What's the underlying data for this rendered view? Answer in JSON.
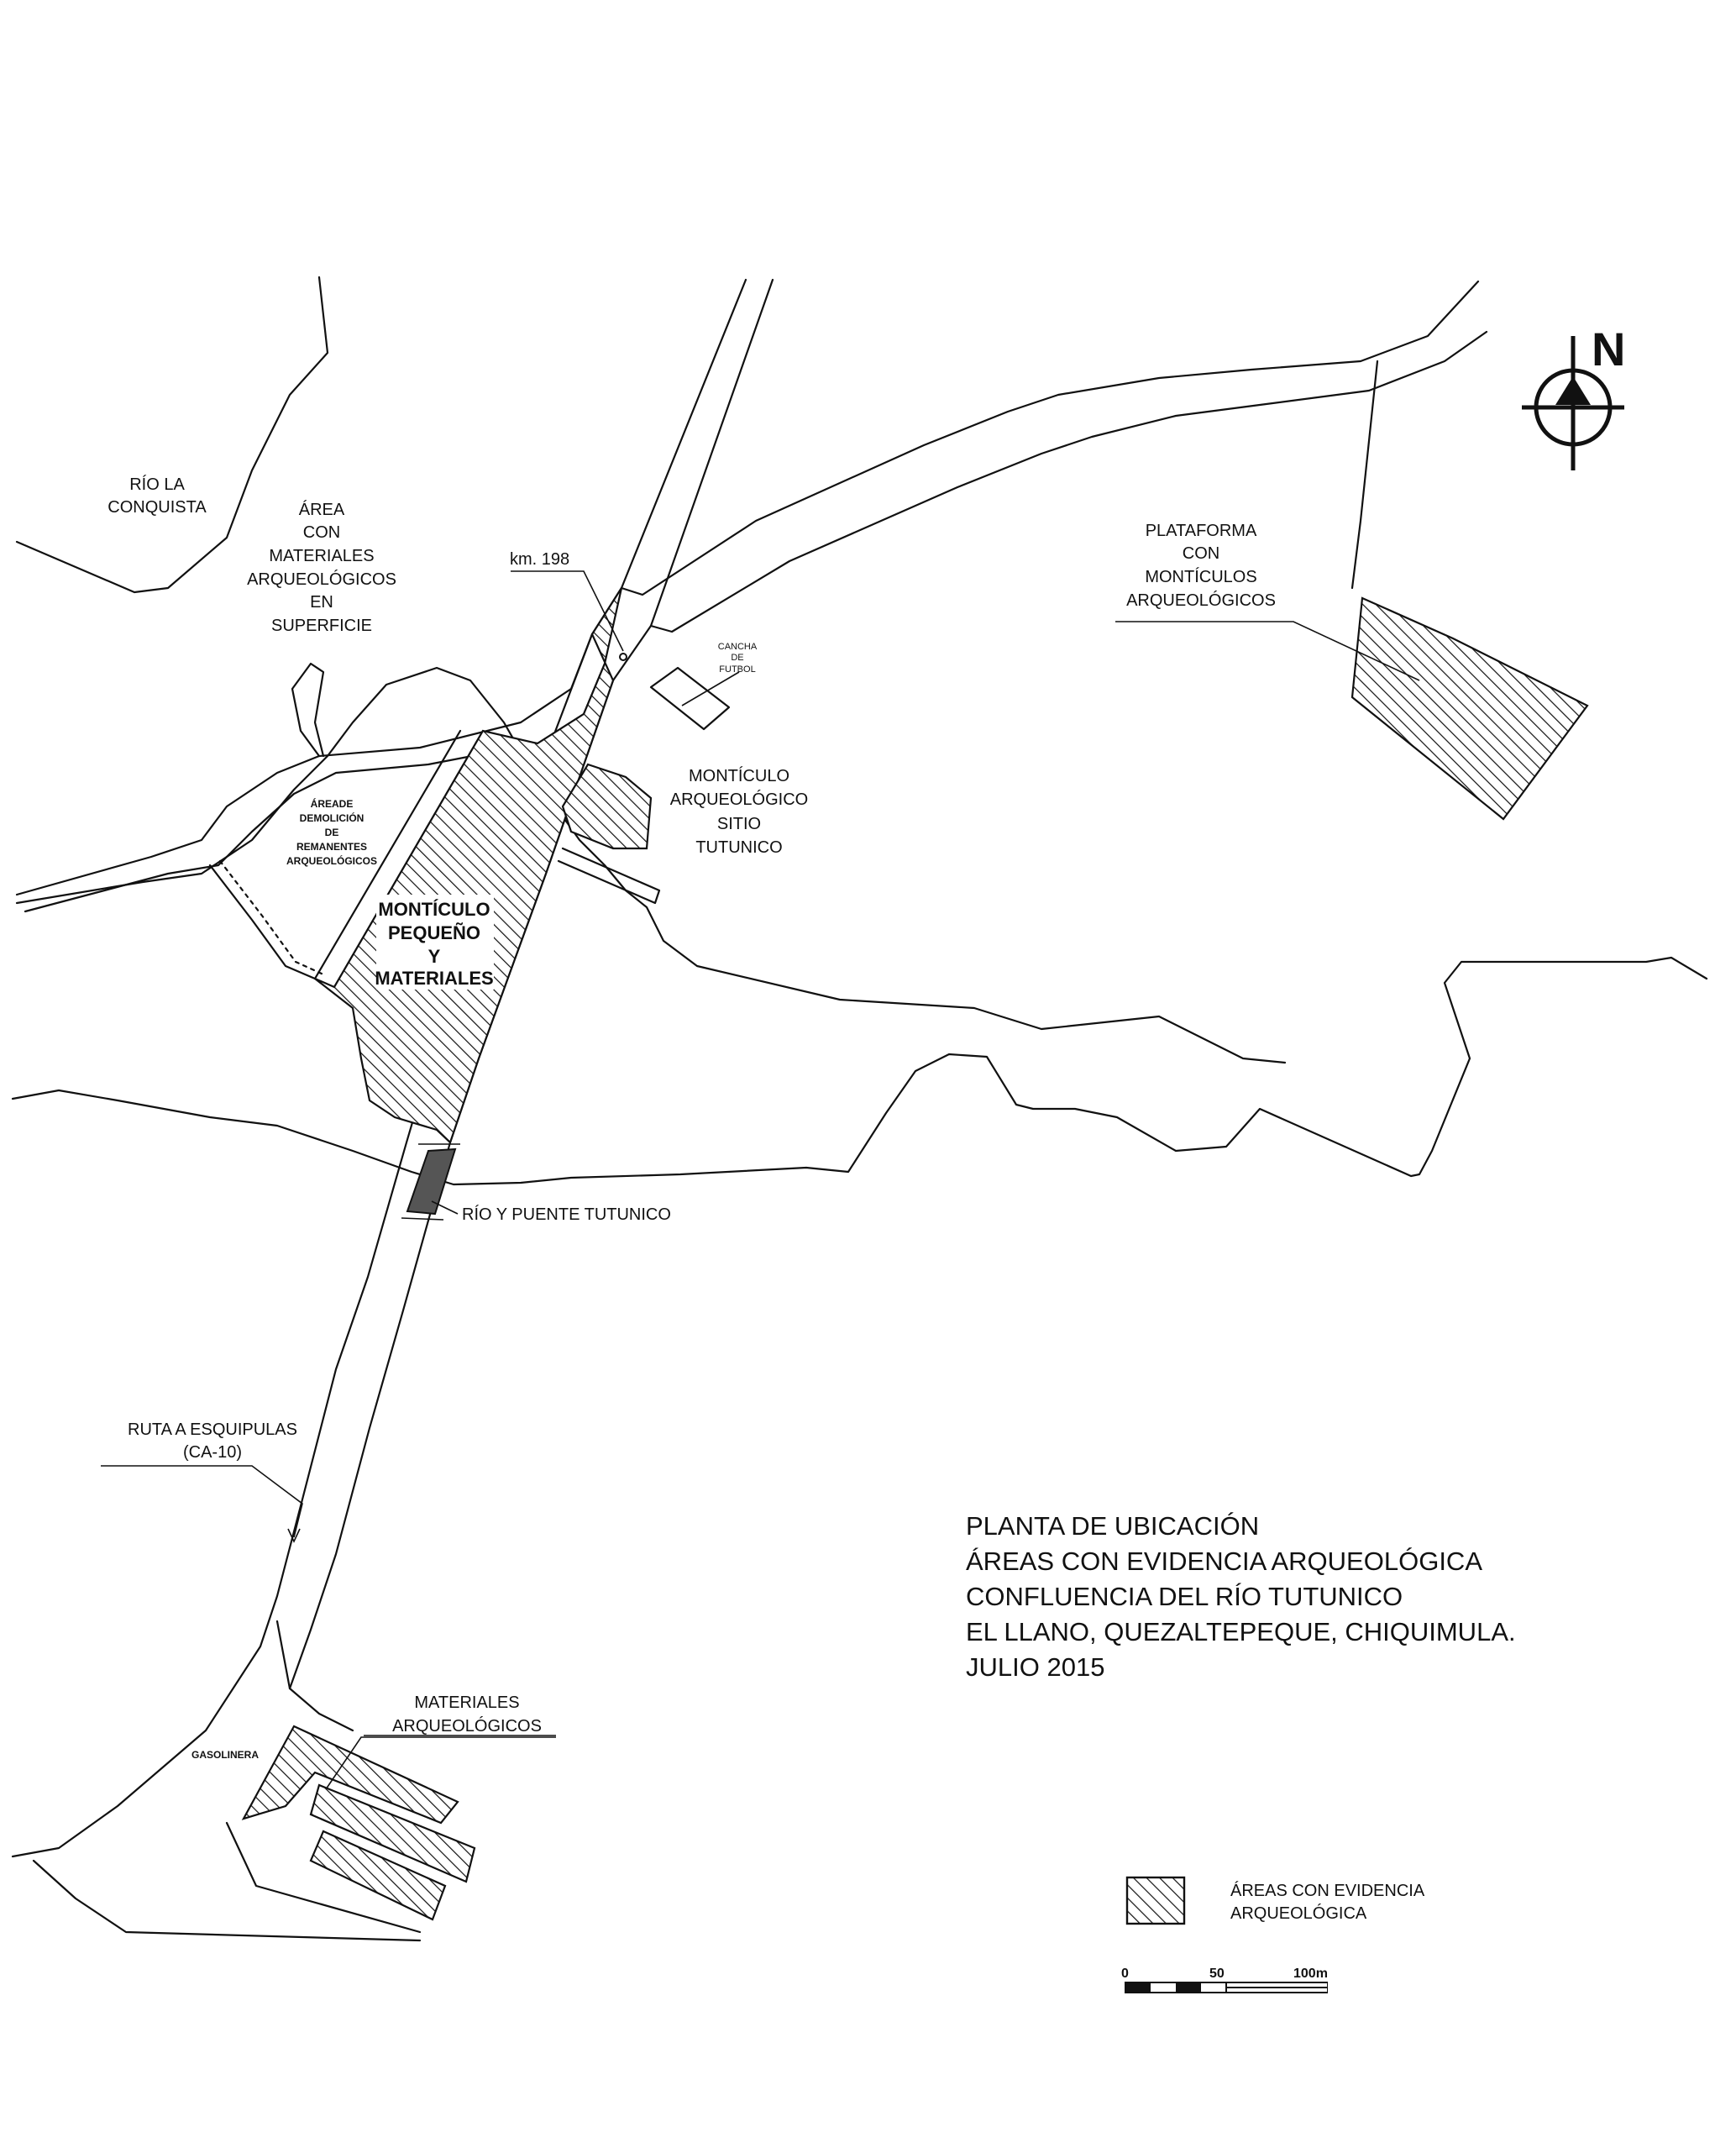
{
  "labels": {
    "rio_la_conquista": [
      "RÍO LA",
      "CONQUISTA"
    ],
    "area_superficie": [
      "ÁREA",
      "CON",
      "MATERIALES",
      "ARQUEOLÓGICOS",
      "EN",
      "SUPERFICIE"
    ],
    "km": "km. 198",
    "cancha": [
      "CANCHA",
      "DE",
      "FUTBOL"
    ],
    "plataforma": [
      "PLATAFORMA",
      "CON",
      "MONTÍCULOS",
      "ARQUEOLÓGICOS"
    ],
    "area_demolicion": [
      "ÁREADE",
      "DEMOLICIÓN",
      "DE",
      "REMANENTES",
      "ARQUEOLÓGICOS"
    ],
    "monticulo_tutunico": [
      "MONTÍCULO",
      "ARQUEOLÓGICO",
      "SITIO",
      "TUTUNICO"
    ],
    "monticulo_pequeno": [
      "MONTÍCULO",
      "PEQUEÑO",
      "Y",
      "MATERIALES"
    ],
    "rio_puente": "RÍO Y PUENTE TUTUNICO",
    "ruta": [
      "RUTA A ESQUIPULAS",
      "(CA-10)"
    ],
    "gasolinera": "GASOLINERA",
    "materiales": [
      "MATERIALES",
      "ARQUEOLÓGICOS"
    ]
  },
  "title_block": [
    "PLANTA DE UBICACIÓN",
    "ÁREAS CON EVIDENCIA ARQUEOLÓGICA",
    "CONFLUENCIA DEL RÍO TUTUNICO",
    "EL LLANO, QUEZALTEPEQUE, CHIQUIMULA.",
    "JULIO 2015"
  ],
  "legend": {
    "label": [
      "ÁREAS CON EVIDENCIA",
      "ARQUEOLÓGICA"
    ]
  },
  "scale_bar": [
    "0",
    "50",
    "100m"
  ],
  "north": "N",
  "colors": {
    "ink": "#111111",
    "bridge": "#555555",
    "paper": "#ffffff"
  }
}
